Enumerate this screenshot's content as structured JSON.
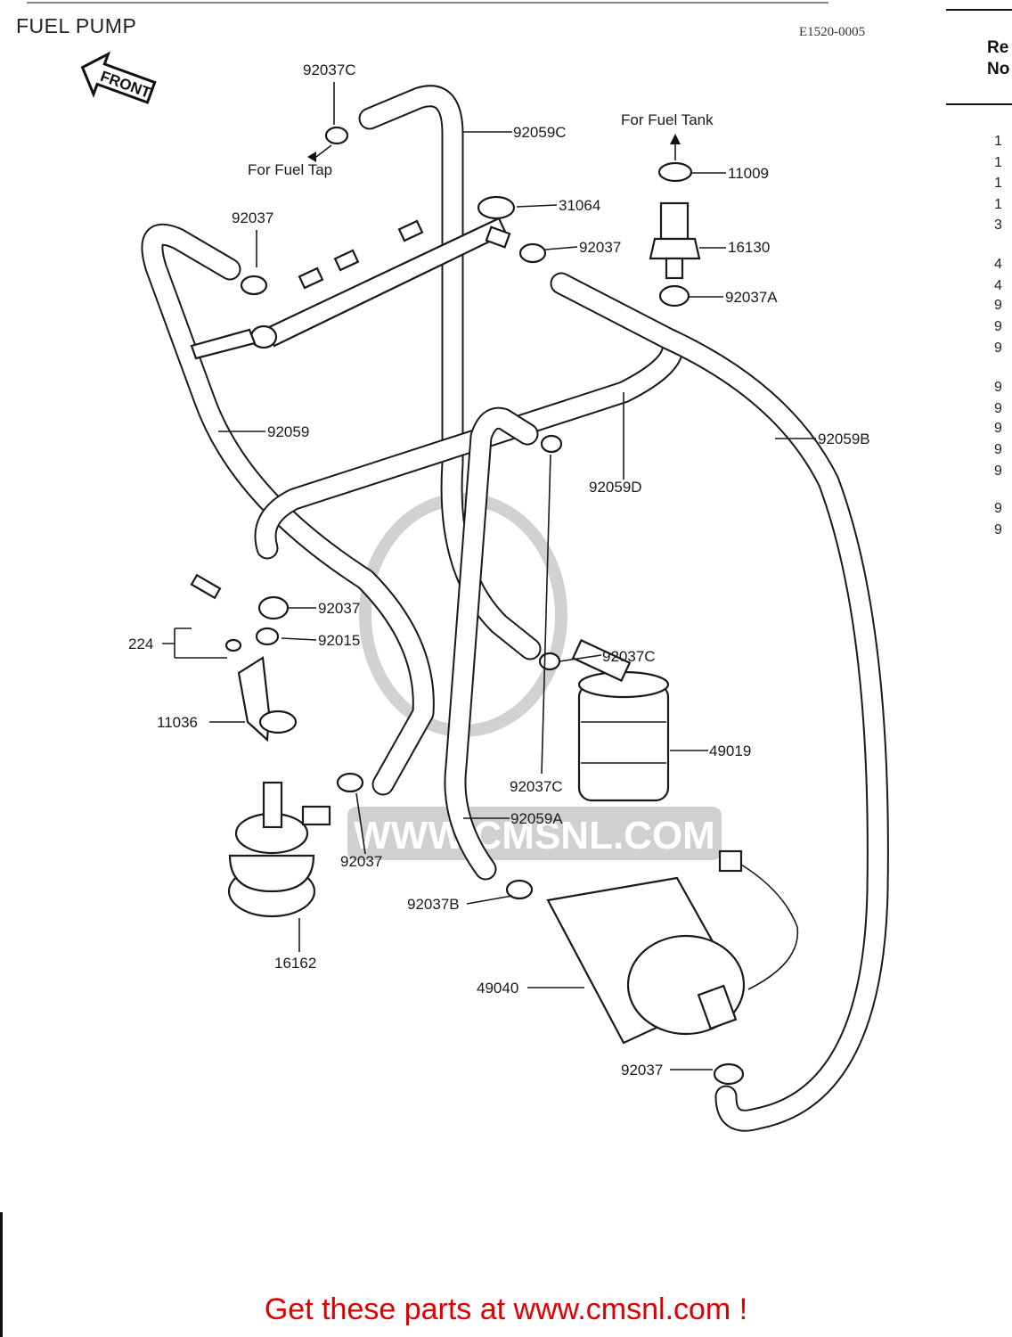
{
  "header": {
    "title": "FUEL PUMP",
    "diagram_code": "E1520-0005"
  },
  "direction_arrow": {
    "label": "FRONT",
    "icon": "front-arrow-icon"
  },
  "directions": {
    "to_fuel_tap": "For Fuel Tap",
    "to_fuel_tank": "For Fuel Tank"
  },
  "parts": {
    "p92037C_top": "92037C",
    "p92059C": "92059C",
    "p11009": "11009",
    "p31064": "31064",
    "p92037_left": "92037",
    "p92037_mid": "92037",
    "p16130": "16130",
    "p92037A": "92037A",
    "p92059": "92059",
    "p92059B": "92059B",
    "p92059D": "92059D",
    "p92037_reg": "92037",
    "p224": "224",
    "p92015": "92015",
    "p92037C_filter": "92037C",
    "p11036": "11036",
    "p49019": "49019",
    "p92037C_low": "92037C",
    "p92059A": "92059A",
    "p92037_side": "92037",
    "p92037B": "92037B",
    "p16162": "16162",
    "p49040": "49040",
    "p92037_bottom": "92037"
  },
  "ref_column": {
    "heading_line1": "Re",
    "heading_line2": "No",
    "items": [
      "1",
      "1",
      "1",
      "1",
      "3",
      "4",
      "4",
      "9",
      "9",
      "9",
      "9",
      "9",
      "9",
      "9",
      "9",
      "9",
      "9"
    ]
  },
  "watermark": "WWW.CMSNL.COM",
  "footer": {
    "text": "Get these parts at www.cmsnl.com !",
    "color": "#e00000"
  }
}
